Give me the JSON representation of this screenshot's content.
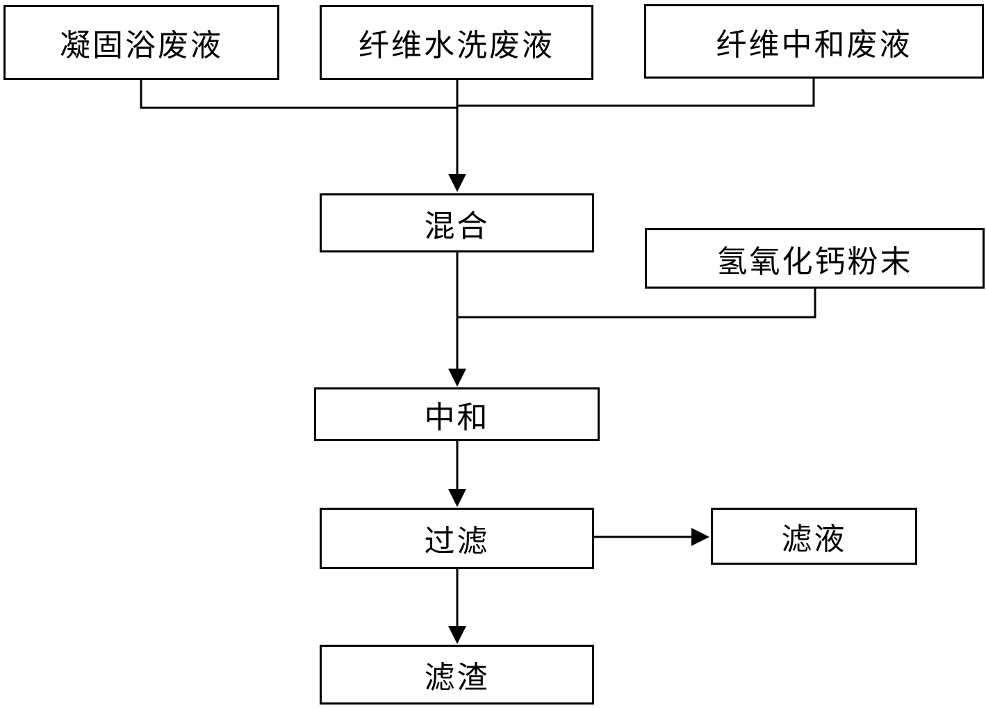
{
  "diagram": {
    "boxes": {
      "waste_coag": "凝固浴废液",
      "waste_wash": "纤维水洗废液",
      "waste_neut": "纤维中和废液",
      "mix": "混合",
      "caoh": "氢氧化钙粉末",
      "neutralize": "中和",
      "filter": "过滤",
      "filtrate": "滤液",
      "residue": "滤渣"
    },
    "colors": {
      "line": "#000000",
      "box_border": "#000000",
      "background": "#ffffff"
    }
  }
}
